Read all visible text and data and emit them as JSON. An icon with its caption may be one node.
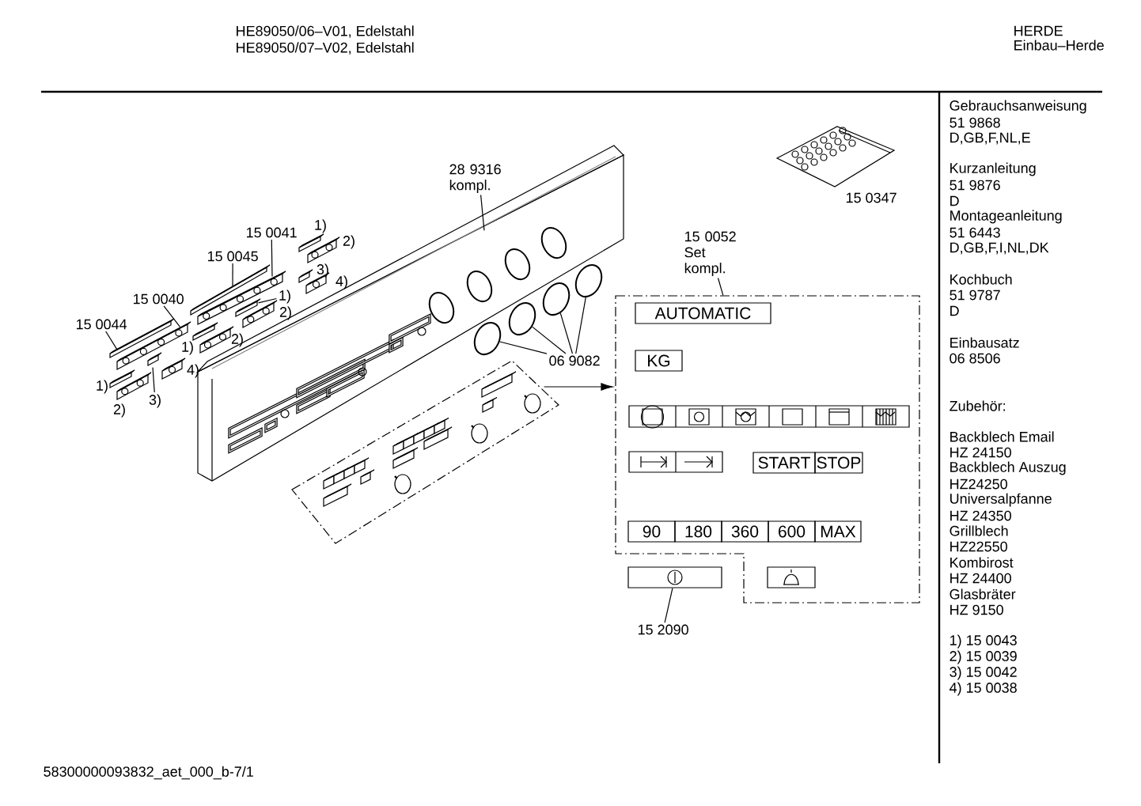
{
  "diagram": {
    "nodes": [
      {
        "text": [
          "28 9316 kompl."
        ]
      },
      {
        "text": [],
        "shape": "picture"
      },
      {
        "text": [
          "15 0041"
        ]
      },
      {
        "text": [],
        "shape": "picture"
      },
      {
        "text": [
          "15 0045"
        ]
      },
      {
        "text": [],
        "shape": "picture"
      },
      {
        "text": [
          "15 0040"
        ]
      },
      {
        "text": [],
        "shape": "picture"
      },
      {
        "text": [
          "15 0044"
        ]
      },
      {
        "text": [],
        "shape": "picture"
      },
      {
        "text": [
          "1)"
        ]
      },
      {
        "text": [],
        "shape": "picture"
      },
      {
        "text": [
          "3)"
        ]
      },
      {
        "text": [],
        "shape": "picture"
      },
      {
        "text": [
          "06 9082"
        ]
      },
      {
        "text": [],
        "shape": "circle"
      },
      {
        "text": [],
        "shape": "circle"
      },
      {
        "text": [],
        "shape": "circle"
      },
      {
        "text": [],
        "shape": "circle"
      },
      {
        "text": [
          "15 0052 Set kompl."
        ]
      },
      {
        "text": [],
        "shape": "box"
      },
      {
        "text": [
          "AUTOMATIC"
        ],
        "in": 20
      },
      {
        "text": [
          "KG"
        ],
        "in": 20
      },
      {
        "text": [
          "START"
        ],
        "in": 20
      },
      {
        "text": [
          "STOP"
        ],
        "in": 20
      },
      {
        "text": [
          "90"
        ],
        "in": 20
      },
      {
        "text": [
          "180"
        ],
        "in": 20
      },
      {
        "text": [
          "360"
        ],
        "in": 20
      },
      {
        "text": [
          "600"
        ],
        "in": 20
      },
      {
        "text": [
          "MAX"
        ],
        "in": 20
      },
      {
        "text": [],
        "shape": "box"
      },
      {
        "text": [
          "15 2090"
        ]
      },
      {
        "text": [],
        "shape": "box"
      }
    ],
    "edges": [
      {
        "from": 0,
        "to": 1,
        "arrow": "none"
      },
      {
        "from": 2,
        "to": 3,
        "arrow": "none"
      },
      {
        "from": 4,
        "to": 5,
        "arrow": "none"
      },
      {
        "from": 6,
        "to": 7,
        "arrow": "none"
      },
      {
        "from": 8,
        "to": 9,
        "arrow": "none"
      },
      {
        "from": 10,
        "to": 11,
        "arrow": "none"
      },
      {
        "from": 12,
        "to": 13,
        "arrow": "none"
      },
      {
        "from": 14,
        "to": 15,
        "arrow": "none"
      },
      {
        "from": 14,
        "to": 16,
        "arrow": "none"
      },
      {
        "from": 14,
        "to": 17,
        "arrow": "none"
      },
      {
        "from": 14,
        "to": 18,
        "arrow": "none"
      },
      {
        "from": 19,
        "to": 20,
        "arrow": "none"
      },
      {
        "from": 31,
        "to": 30,
        "arrow": "none"
      },
      {
        "from": 32,
        "to": 20,
        "arrow": "to"
      }
    ],
    "labels": [
      "HE89050/06–V01, Edelstahl",
      "HE89050/07–V02, Edelstahl",
      "HERDE",
      "Einbau–Herde",
      "Gebrauchsanweisung",
      "51 9868",
      "D,GB,F,NL,E",
      "Kurzanleitung",
      "51 9876",
      "D",
      "Montageanleitung",
      "51 6443",
      "D,GB,F,I,NL,DK",
      "Kochbuch",
      "51 9787",
      "D",
      "Einbausatz",
      "06 8506",
      "Zubehör:",
      "Backblech Email",
      "HZ 24150",
      "Backblech Auszug",
      "HZ24250",
      "Universalpfanne",
      "HZ 24350",
      "Grillblech",
      "HZ22550",
      "Kombirost",
      "HZ 24400",
      "Glasbräter",
      "HZ 9150",
      "1) 15 0043",
      "2) 15 0039",
      "3) 15 0042",
      "4) 15 0038",
      "1)",
      "2)",
      "3)",
      "4)",
      "2)",
      "2)",
      "1)",
      "4)",
      "1)",
      "2)",
      "15 0347",
      "58300000093832_aet_000_b-7/1"
    ]
  }
}
